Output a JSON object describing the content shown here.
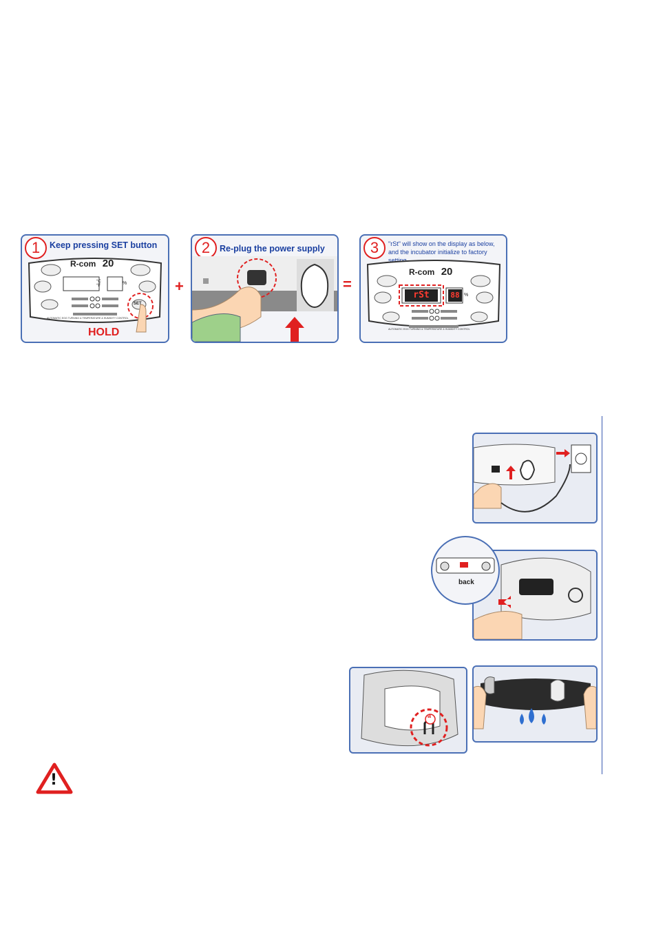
{
  "steps": [
    {
      "number": "1",
      "title": "Keep pressing SET button",
      "hold_label": "HOLD",
      "set_label": "SET",
      "brand": "R-com",
      "model": "20",
      "panel_caption": "AUTOMATIC EGG TURNING & TEMPERATURE & HUMIDITY CONTROL",
      "temp_units": "°C °F",
      "hum_unit": "%"
    },
    {
      "number": "2",
      "title": "Re-plug the power supply"
    },
    {
      "number": "3",
      "subtitle_line1": "\"rSt\" will show on the display as below,",
      "subtitle_line2": "and the incubator initialize to factory setting.",
      "brand": "R-com",
      "model": "20",
      "display_text": "rSt",
      "hum_display": "88",
      "hum_unit": "%",
      "panel_caption": "AUTOMATIC EGG TURNING & TEMPERATURE & HUMIDITY CONTROL"
    }
  ],
  "operators": {
    "plus": "+",
    "equals": "="
  },
  "figures": {
    "back_label": "back",
    "marker_a": "a"
  },
  "colors": {
    "accent_blue": "#4a6fb5",
    "title_blue": "#1a3fa0",
    "alert_red": "#e02020"
  },
  "warning": {
    "symbol": "!"
  }
}
